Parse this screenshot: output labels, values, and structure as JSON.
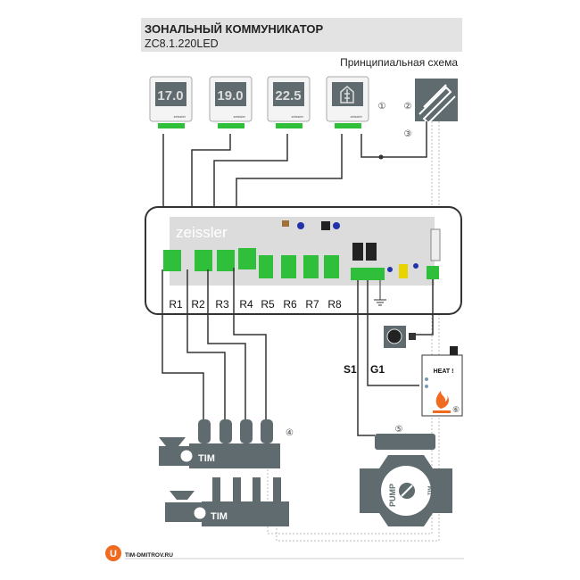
{
  "header": {
    "title": "ЗОНАЛЬНЫЙ КОММУНИКАТОР",
    "model": "ZC8.1.220LED",
    "subtitle": "Принципиальная схема"
  },
  "thermostats": [
    {
      "display": "17.0",
      "brand": "zeissler"
    },
    {
      "display": "19.0",
      "brand": "zeissler"
    },
    {
      "display": "22.5",
      "brand": "zeissler"
    },
    {
      "display": "house-icon",
      "brand": "zeissler"
    }
  ],
  "markers": {
    "m1": "①",
    "m2": "②",
    "m3": "③",
    "m4": "④",
    "m5": "⑤",
    "m6": "⑥"
  },
  "controller": {
    "brand": "zeissler",
    "relays": [
      "R1",
      "R2",
      "R3",
      "R4",
      "R5",
      "R6",
      "R7",
      "R8"
    ]
  },
  "wiring": {
    "s1": "S1",
    "g1": "G1"
  },
  "boiler": {
    "label": "HEAT !"
  },
  "pump": {
    "label": "PUMP",
    "brand": "TIM"
  },
  "manifolds": {
    "top": "TIM",
    "bottom": "TIM"
  },
  "footer": {
    "site": "TIM-DMITROV.RU"
  },
  "colors": {
    "device": "#5f6b6e",
    "terminal": "#2fbf3a",
    "header_bg": "#e3e3e3",
    "flame": "#f06a1f",
    "logo": "#f06a1f"
  }
}
